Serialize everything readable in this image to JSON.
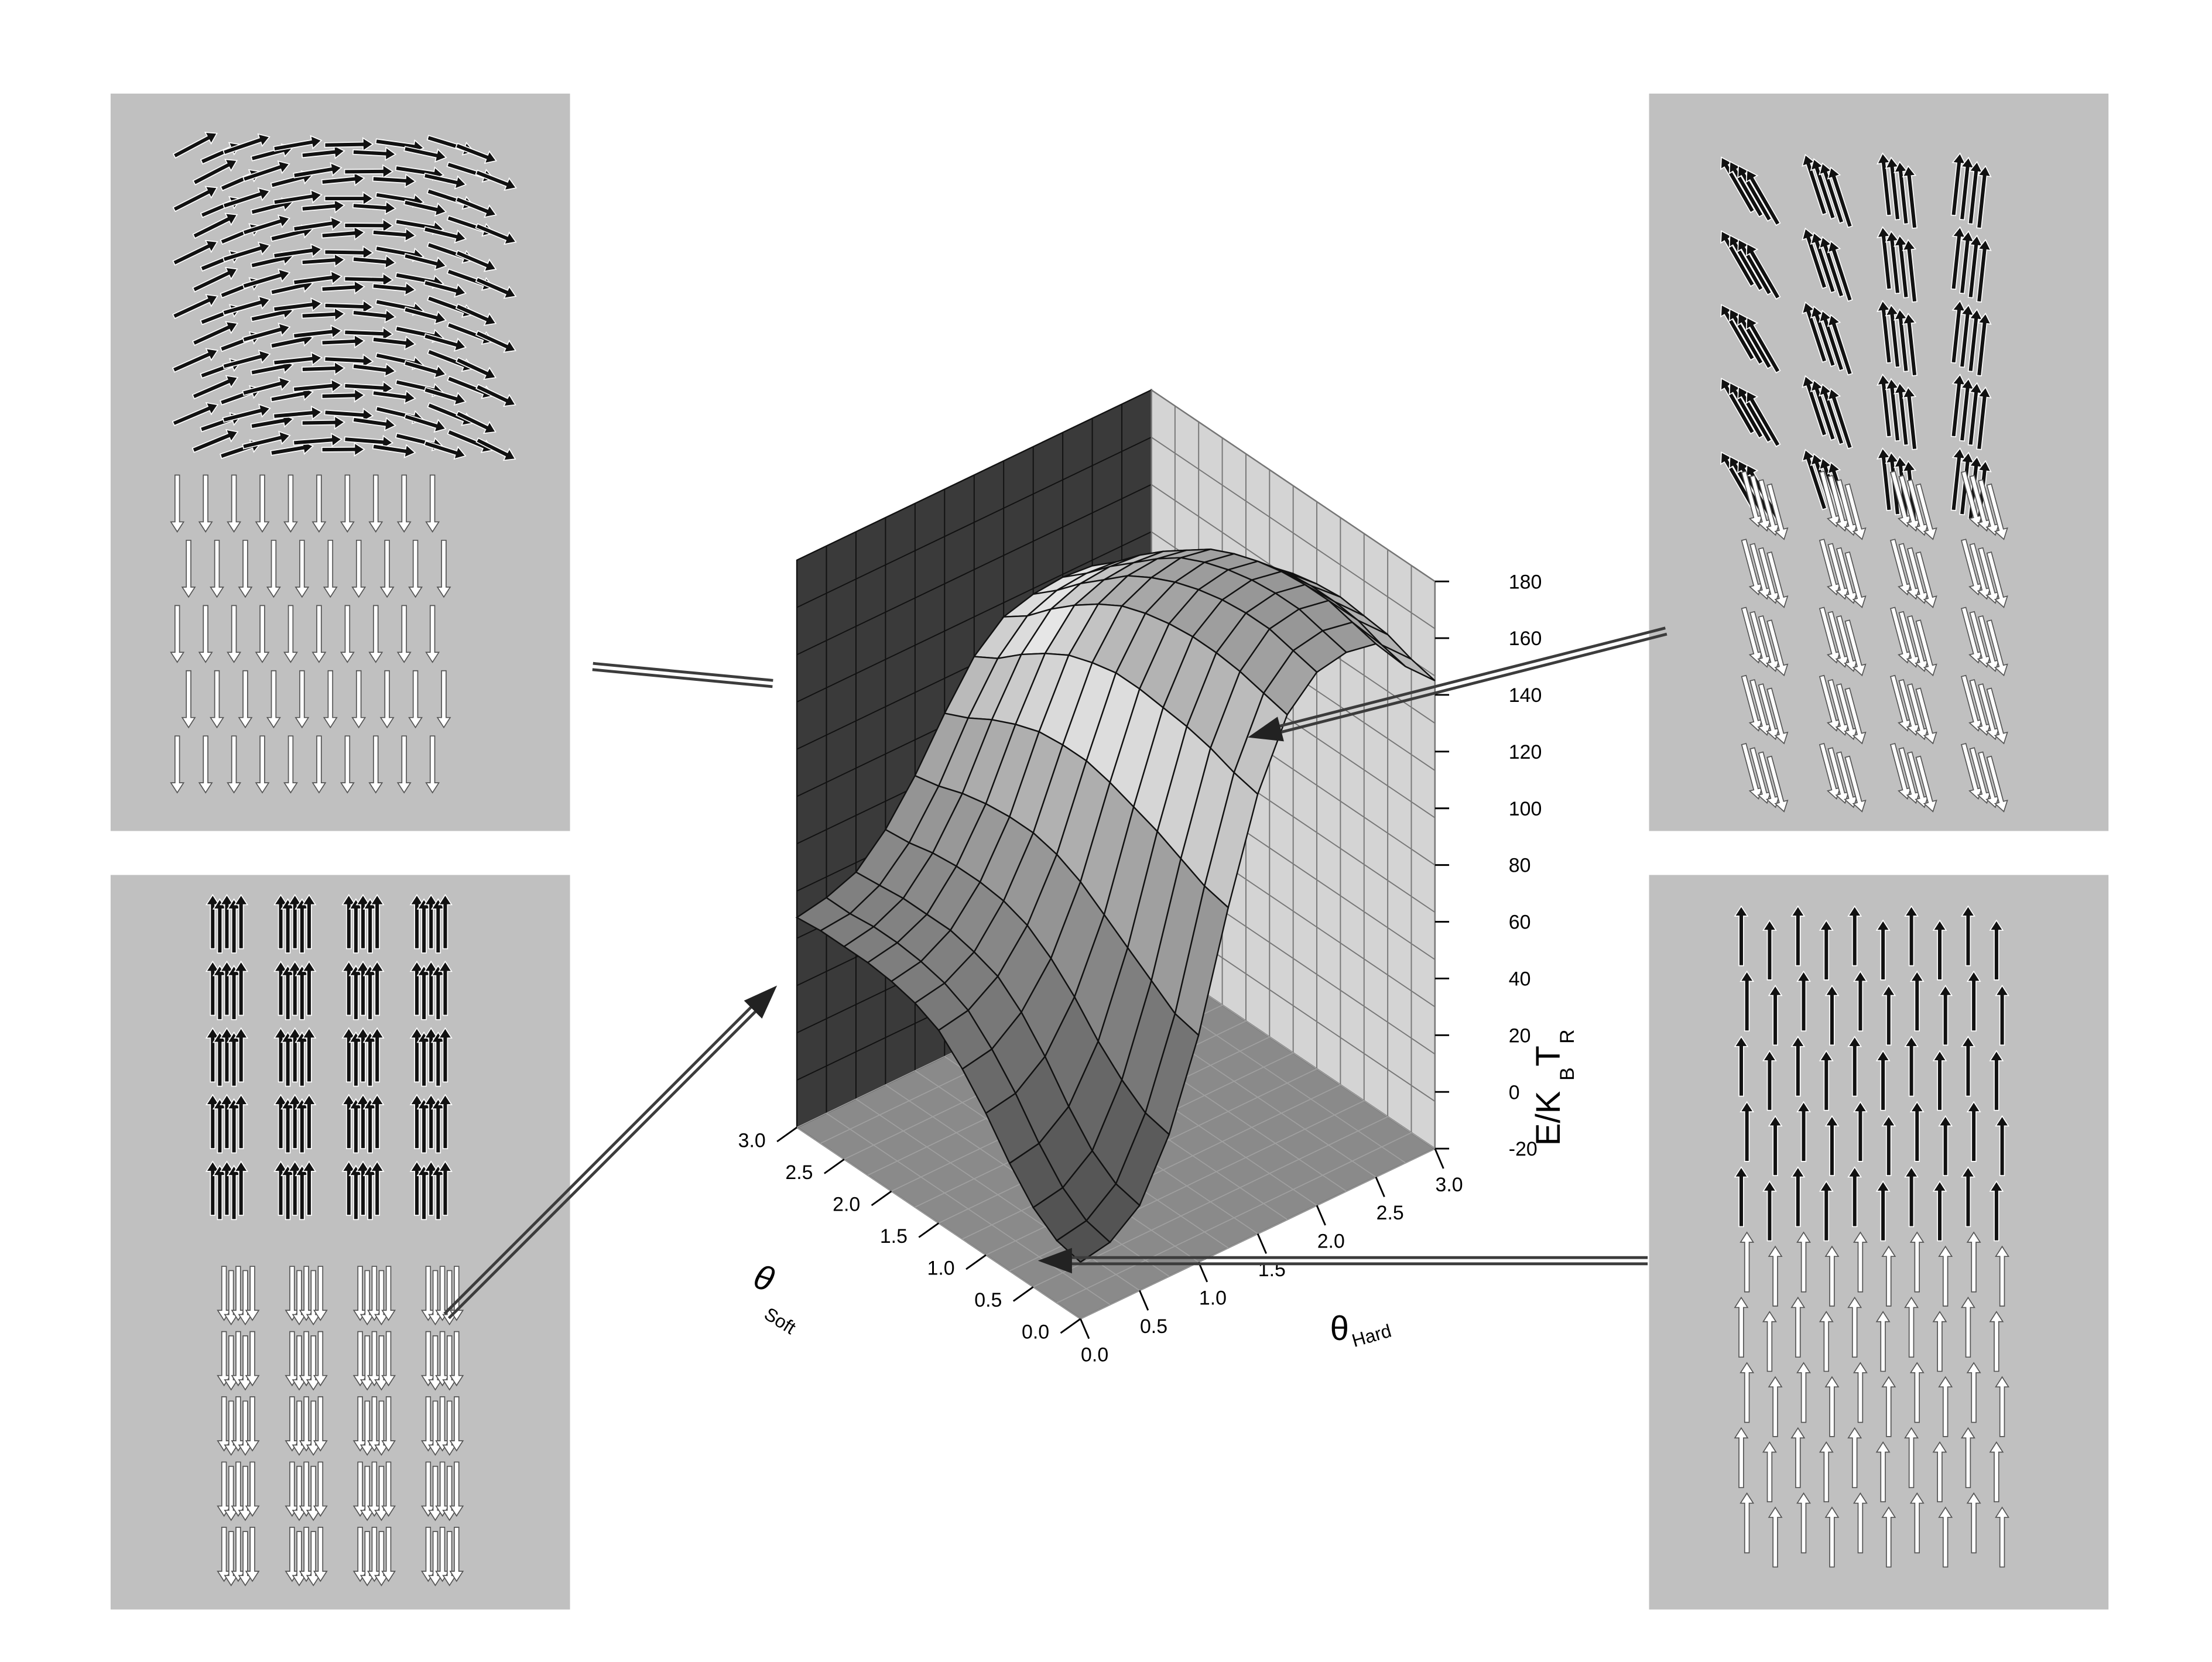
{
  "chart_data": {
    "type": "surface3d",
    "title": "",
    "xlabel": "θ",
    "xlabel_sub": "Soft",
    "ylabel": "θ",
    "ylabel_sub": "Hard",
    "zlabel_parts": [
      "E/K",
      "B",
      "T",
      "R"
    ],
    "x_ticks": [
      "0.0",
      "0.5",
      "1.0",
      "1.5",
      "2.0",
      "2.5",
      "3.0"
    ],
    "y_ticks": [
      "0.0",
      "0.5",
      "1.0",
      "1.5",
      "2.0",
      "2.5",
      "3.0"
    ],
    "z_ticks": [
      "-20",
      "0",
      "20",
      "40",
      "60",
      "80",
      "100",
      "120",
      "140",
      "160",
      "180"
    ],
    "xlim": [
      0,
      3.0
    ],
    "ylim": [
      0,
      3.0
    ],
    "zlim": [
      -20,
      180
    ],
    "x": [
      0.0,
      0.25,
      0.5,
      0.75,
      1.0,
      1.25,
      1.5,
      1.75,
      2.0,
      2.25,
      2.5,
      2.75,
      3.0
    ],
    "y": [
      0.0,
      0.25,
      0.5,
      0.75,
      1.0,
      1.25,
      1.5,
      1.75,
      2.0,
      2.25,
      2.5,
      2.75,
      3.0
    ],
    "z_description_rows_by_theta_soft_cols_by_theta_hard": [
      [
        0,
        2,
        10,
        30,
        60,
        100,
        135,
        158,
        168,
        170,
        168,
        155,
        145
      ],
      [
        2,
        4,
        12,
        32,
        62,
        102,
        137,
        160,
        170,
        172,
        170,
        157,
        147
      ],
      [
        8,
        10,
        18,
        38,
        68,
        106,
        140,
        162,
        172,
        174,
        172,
        160,
        150
      ],
      [
        18,
        20,
        28,
        46,
        74,
        110,
        142,
        163,
        172,
        174,
        172,
        161,
        151
      ],
      [
        30,
        32,
        40,
        56,
        80,
        113,
        143,
        163,
        171,
        173,
        171,
        161,
        152
      ],
      [
        40,
        42,
        50,
        64,
        86,
        116,
        144,
        162,
        169,
        171,
        169,
        160,
        151
      ],
      [
        48,
        50,
        57,
        70,
        90,
        118,
        144,
        160,
        166,
        168,
        166,
        157,
        149
      ],
      [
        52,
        54,
        60,
        73,
        92,
        118,
        142,
        157,
        162,
        164,
        162,
        153,
        146
      ],
      [
        54,
        56,
        62,
        74,
        92,
        117,
        139,
        152,
        157,
        158,
        156,
        149,
        142
      ],
      [
        55,
        57,
        62,
        74,
        91,
        114,
        134,
        146,
        150,
        151,
        150,
        143,
        137
      ],
      [
        55,
        57,
        62,
        73,
        89,
        110,
        128,
        139,
        143,
        144,
        143,
        137,
        131
      ],
      [
        55,
        56,
        61,
        71,
        86,
        105,
        121,
        131,
        135,
        136,
        135,
        130,
        125
      ],
      [
        54,
        56,
        60,
        70,
        84,
        101,
        116,
        125,
        128,
        129,
        128,
        124,
        120
      ]
    ],
    "grid": true,
    "colors": {
      "background_panel": "#c0c0c0",
      "back_wall_left": "#3a3a3a",
      "back_wall_right": "#d4d4d4",
      "floor": "#8a8a8a",
      "surface_light": "#e8e8e8",
      "surface_dark": "#5a5a5a",
      "spin_up": "#111111",
      "spin_down": "#ffffff",
      "connector": "#3c3c3c"
    },
    "insets": [
      {
        "position": "top-left",
        "pattern": "canted"
      },
      {
        "position": "bottom-left",
        "pattern": "antiparallel"
      },
      {
        "position": "top-right",
        "pattern": "tilted"
      },
      {
        "position": "bottom-right",
        "pattern": "parallel"
      }
    ]
  }
}
